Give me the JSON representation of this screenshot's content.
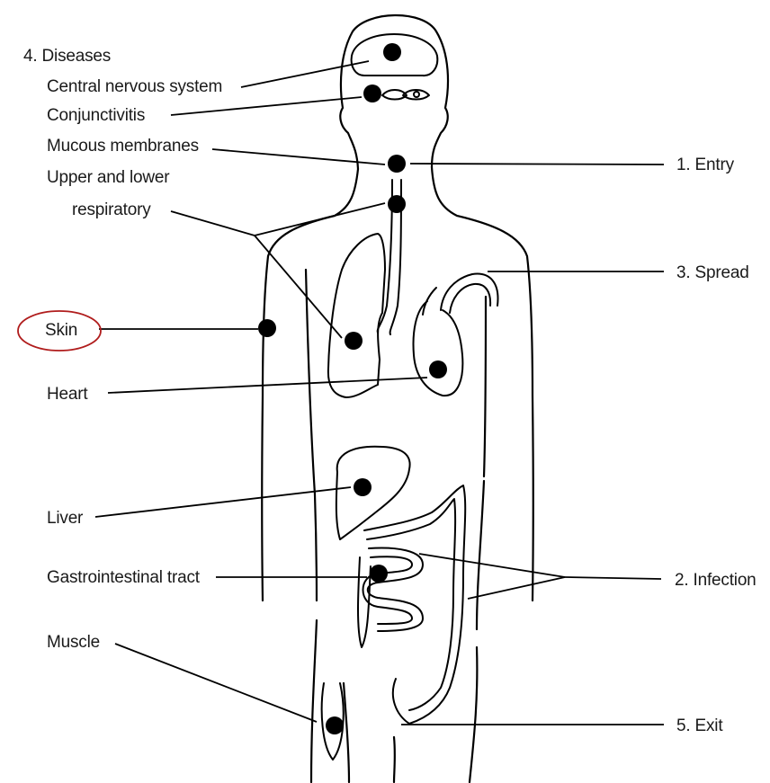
{
  "labels": {
    "diseases": "4. Diseases",
    "cns": "Central nervous system",
    "conjunctivitis": "Conjunctivitis",
    "mucous": "Mucous membranes",
    "respiratory_1": "Upper and lower",
    "respiratory_2": "respiratory",
    "skin": "Skin",
    "heart": "Heart",
    "liver": "Liver",
    "gi": "Gastrointestinal tract",
    "muscle": "Muscle",
    "entry": "1. Entry",
    "spread": "3. Spread",
    "infection": "2. Infection",
    "exit": "5. Exit"
  },
  "colors": {
    "highlight": "#b01c1c",
    "ink": "#000000"
  }
}
